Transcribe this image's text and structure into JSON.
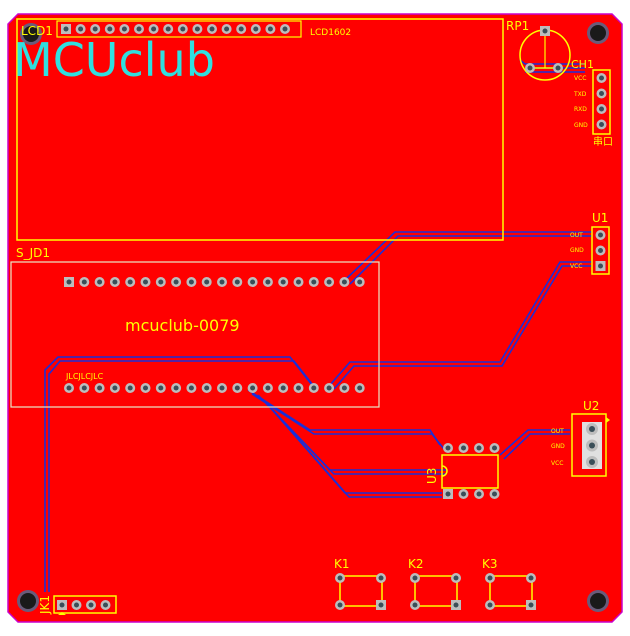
{
  "title": "MCUclub",
  "center_label": "mcuclub-0079",
  "jlc_mark": "JLCJLCJLC",
  "colors": {
    "board": "#ff0000",
    "outline": "#cc00cc",
    "silk": "#ffff00",
    "trace": "#1a2fd8",
    "pad": "#bdbdbd",
    "hole": "#3a4e58",
    "title": "#30e0e0"
  },
  "designators": {
    "lcd": "LCD1",
    "lcd_part": "LCD1602",
    "rp": "RP1",
    "ch": "CH1",
    "ch_note": "串口",
    "u1": "U1",
    "sjd": "S_JD1",
    "u2": "U2",
    "u3": "U3",
    "k1": "K1",
    "k2": "K2",
    "k3": "K3",
    "jk": "JK1"
  },
  "ch_pins": [
    "VCC",
    "TXD",
    "RXD",
    "GND"
  ],
  "u1_pins": [
    "OUT",
    "GND",
    "VCC"
  ],
  "u2_pins": [
    "OUT",
    "GND",
    "VCC"
  ]
}
